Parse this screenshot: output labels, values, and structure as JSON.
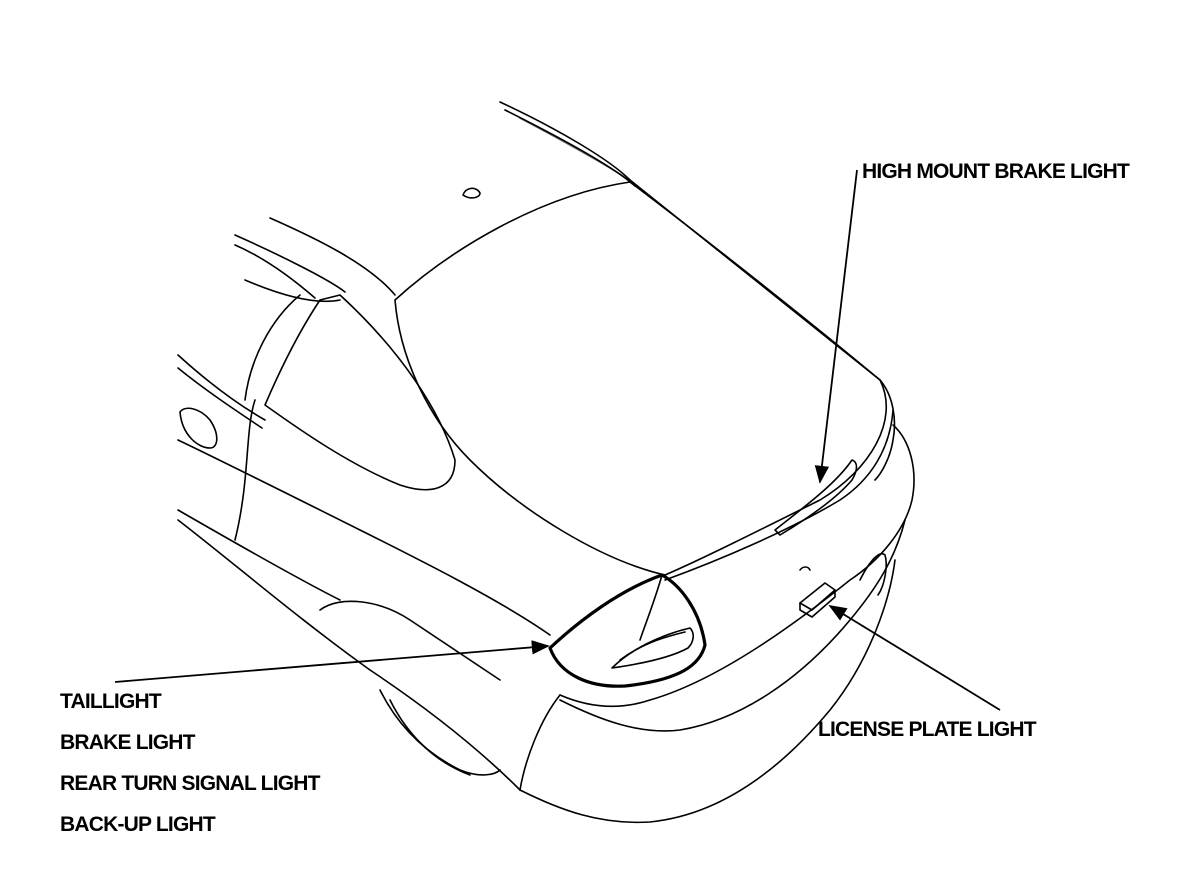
{
  "labels": {
    "high_mount_brake_light": "HIGH MOUNT BRAKE LIGHT",
    "license_plate_light": "LICENSE PLATE LIGHT",
    "taillight": "TAILLIGHT",
    "brake_light": "BRAKE LIGHT",
    "rear_turn_signal_light": "REAR TURN SIGNAL LIGHT",
    "back_up_light": "BACK-UP LIGHT"
  },
  "colors": {
    "line": "#000000",
    "background": "#ffffff"
  }
}
